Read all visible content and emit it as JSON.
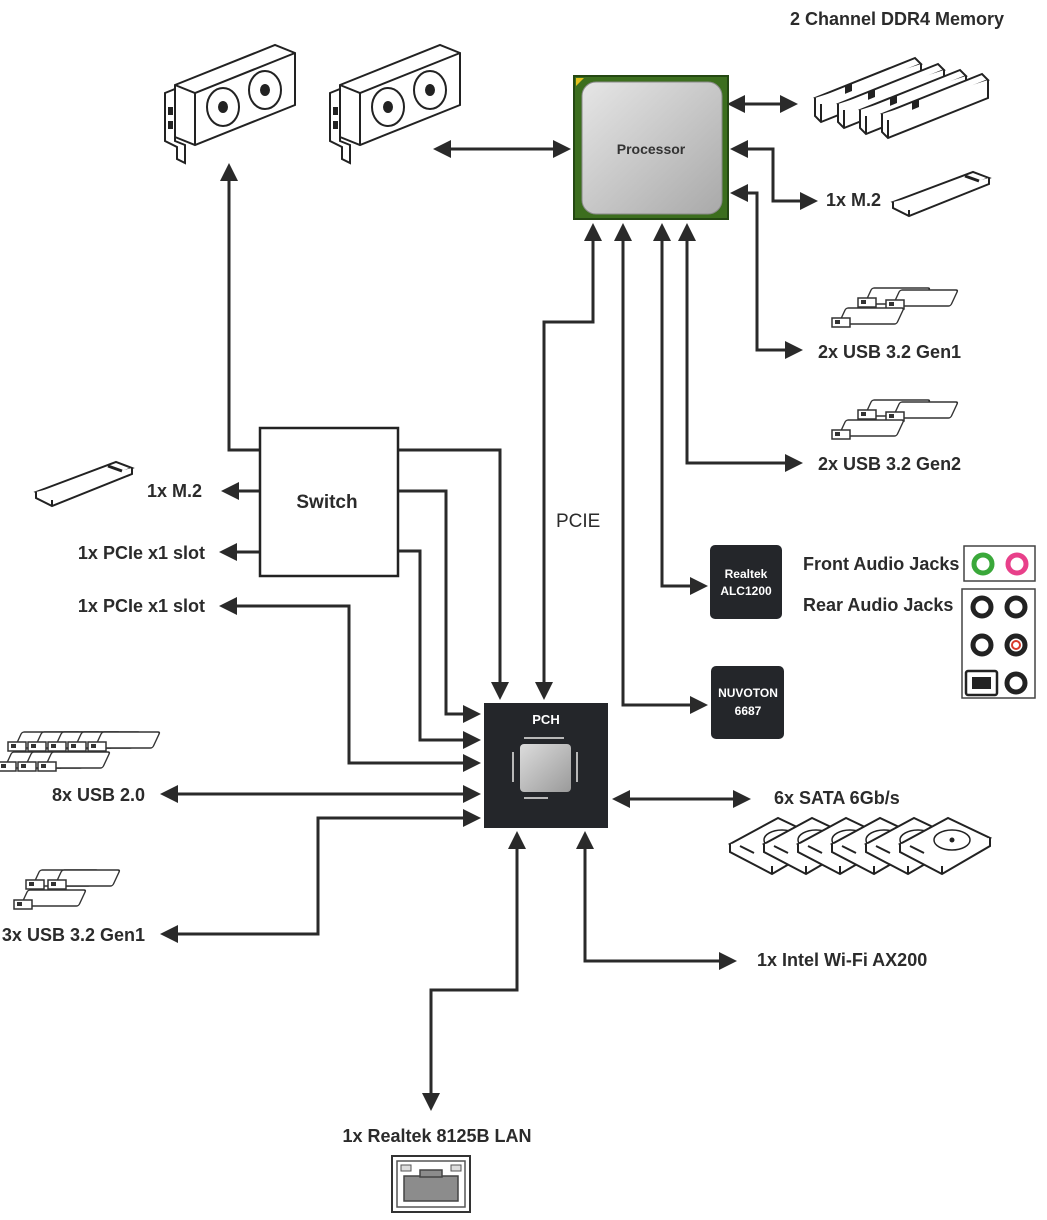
{
  "components": {
    "processor": "Processor",
    "switch": "Switch",
    "pch": "PCH",
    "realtek_audio": [
      "Realtek",
      "ALC1200"
    ],
    "nuvoton": [
      "NUVOTON",
      "6687"
    ]
  },
  "labels": {
    "ddr4": "2 Channel DDR4 Memory",
    "m2_top": "1x M.2",
    "usb32_gen1_2x": "2x USB 3.2 Gen1",
    "usb32_gen2_2x": "2x USB 3.2 Gen2",
    "front_audio": "Front Audio Jacks",
    "rear_audio": "Rear Audio Jacks",
    "pcie": "PCIE",
    "m2_switch": "1x M.2",
    "pcie_x1_a": "1x PCIe x1 slot",
    "pcie_x1_b": "1x PCIe x1 slot",
    "usb20": "8x USB 2.0",
    "sata": "6x SATA 6Gb/s",
    "usb32_gen1_3x": "3x USB 3.2 Gen1",
    "wifi": "1x Intel Wi-Fi AX200",
    "lan": "1x Realtek 8125B LAN"
  },
  "colors": {
    "line": "#2a2a2a",
    "chip_dark": "#24262a",
    "cpu_green": "#3c6e1e",
    "jack_green": "#3aa83a",
    "jack_pink": "#e8408a",
    "jack_red": "#d83a2a"
  }
}
